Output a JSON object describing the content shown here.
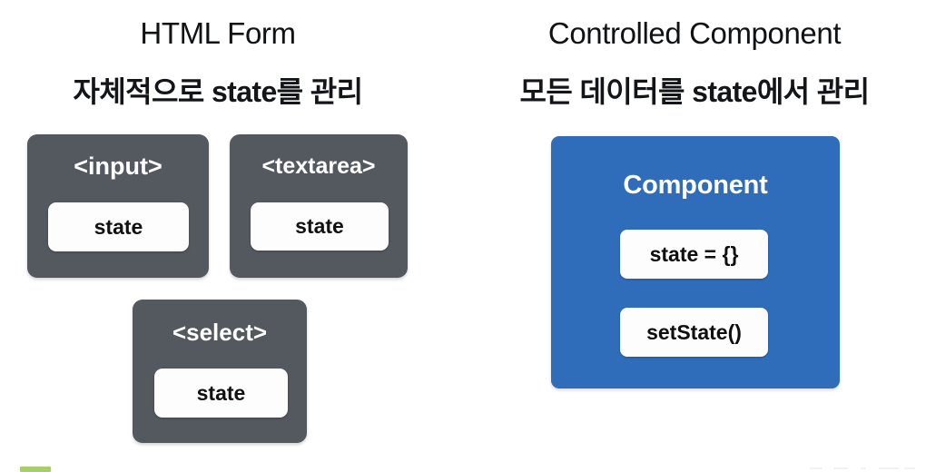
{
  "slide": {
    "background_color": "#ffffff",
    "columns": [
      {
        "id": "html-form",
        "title": "HTML Form",
        "subtitle": "자체적으로 state를 관리",
        "card_color": "#54585f",
        "cards": [
          {
            "tag": "<input>",
            "value": "state"
          },
          {
            "tag": "<textarea>",
            "value": "state"
          },
          {
            "tag": "<select>",
            "value": "state"
          }
        ]
      },
      {
        "id": "controlled-component",
        "title": "Controlled Component",
        "subtitle": "모든 데이터를 state에서 관리",
        "card_color": "#2f6cba",
        "component": {
          "title": "Component",
          "items": [
            {
              "label": "state = {}"
            },
            {
              "label": "setState()"
            }
          ]
        }
      }
    ],
    "footer": {
      "green_bar_color": "#a6cf6a"
    }
  }
}
